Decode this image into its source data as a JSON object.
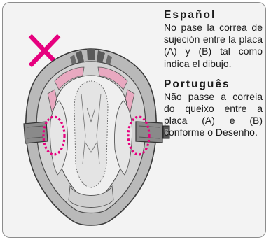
{
  "sections": [
    {
      "language": "Español",
      "text": "No pase la correa de sujeción entre la placa (A) y (B) tal como indica el dibujo."
    },
    {
      "language": "Português",
      "text": "Não passe a correia do queixo entre a placa (A) e (B) conforme o Desenho."
    }
  ],
  "figure": {
    "marker": "cross-mark",
    "marker_color": "#e6007e",
    "highlight_color": "#e6007e"
  }
}
